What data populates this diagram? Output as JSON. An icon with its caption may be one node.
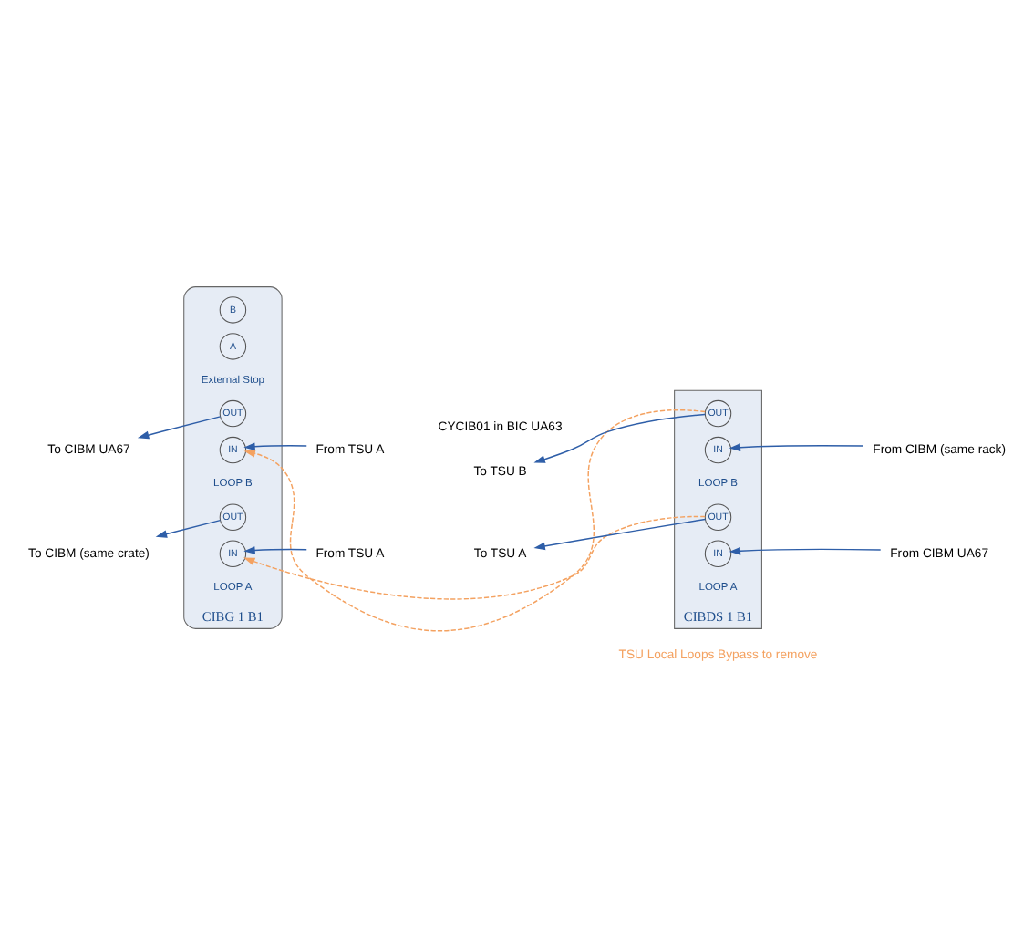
{
  "diagram": {
    "nodes": [
      {
        "text": [
          "CIBG 1 B1"
        ]
      },
      {
        "text": [
          "IN"
        ],
        "in": 0
      },
      {
        "text": [
          "OUT"
        ],
        "in": 0
      },
      {
        "text": [
          "IN"
        ],
        "in": 0
      },
      {
        "text": [
          "OUT"
        ],
        "in": 0
      },
      {
        "text": [
          "A"
        ],
        "in": 0
      },
      {
        "text": [
          "B"
        ],
        "in": 0
      },
      {
        "text": [
          "CIBDS 1 B1"
        ]
      },
      {
        "text": [
          "IN"
        ],
        "in": 7
      },
      {
        "text": [
          "OUT"
        ],
        "in": 7
      },
      {
        "text": [
          "IN"
        ],
        "in": 7
      },
      {
        "text": [
          "OUT"
        ],
        "in": 7
      },
      {
        "text": [
          "From TSU A"
        ]
      },
      {
        "text": [
          "To CIBM (same crate)"
        ]
      },
      {
        "text": [
          "To CIBM UA67"
        ]
      },
      {
        "text": [
          "From TSU A"
        ]
      },
      {
        "text": [
          "To TSU A"
        ]
      },
      {
        "text": [
          "From CIBM UA67"
        ]
      },
      {
        "text": [
          "From CIBM (same rack)"
        ]
      },
      {
        "text": [
          "To TSU B"
        ]
      }
    ],
    "edges": [
      {
        "from": 12,
        "to": 1,
        "arrow": "to"
      },
      {
        "from": 2,
        "to": 13,
        "arrow": "to"
      },
      {
        "from": 15,
        "to": 3,
        "arrow": "to"
      },
      {
        "from": 4,
        "to": 14,
        "arrow": "to"
      },
      {
        "from": 9,
        "to": 16,
        "arrow": "to"
      },
      {
        "from": 17,
        "to": 8,
        "arrow": "to"
      },
      {
        "from": 18,
        "to": 10,
        "arrow": "to"
      },
      {
        "from": 11,
        "to": 19,
        "arrow": "to"
      },
      {
        "from": 9,
        "to": 1,
        "arrow": "to",
        "style": "dashed",
        "color": "#f4a261"
      },
      {
        "from": 11,
        "to": 3,
        "arrow": "to",
        "style": "dashed",
        "color": "#f4a261"
      }
    ],
    "labels": [
      "LOOP A",
      "LOOP B",
      "External Stop",
      "LOOP A",
      "LOOP B",
      "CYCIB01 in BIC UA63",
      "TSU Local Loops Bypass to remove"
    ]
  }
}
